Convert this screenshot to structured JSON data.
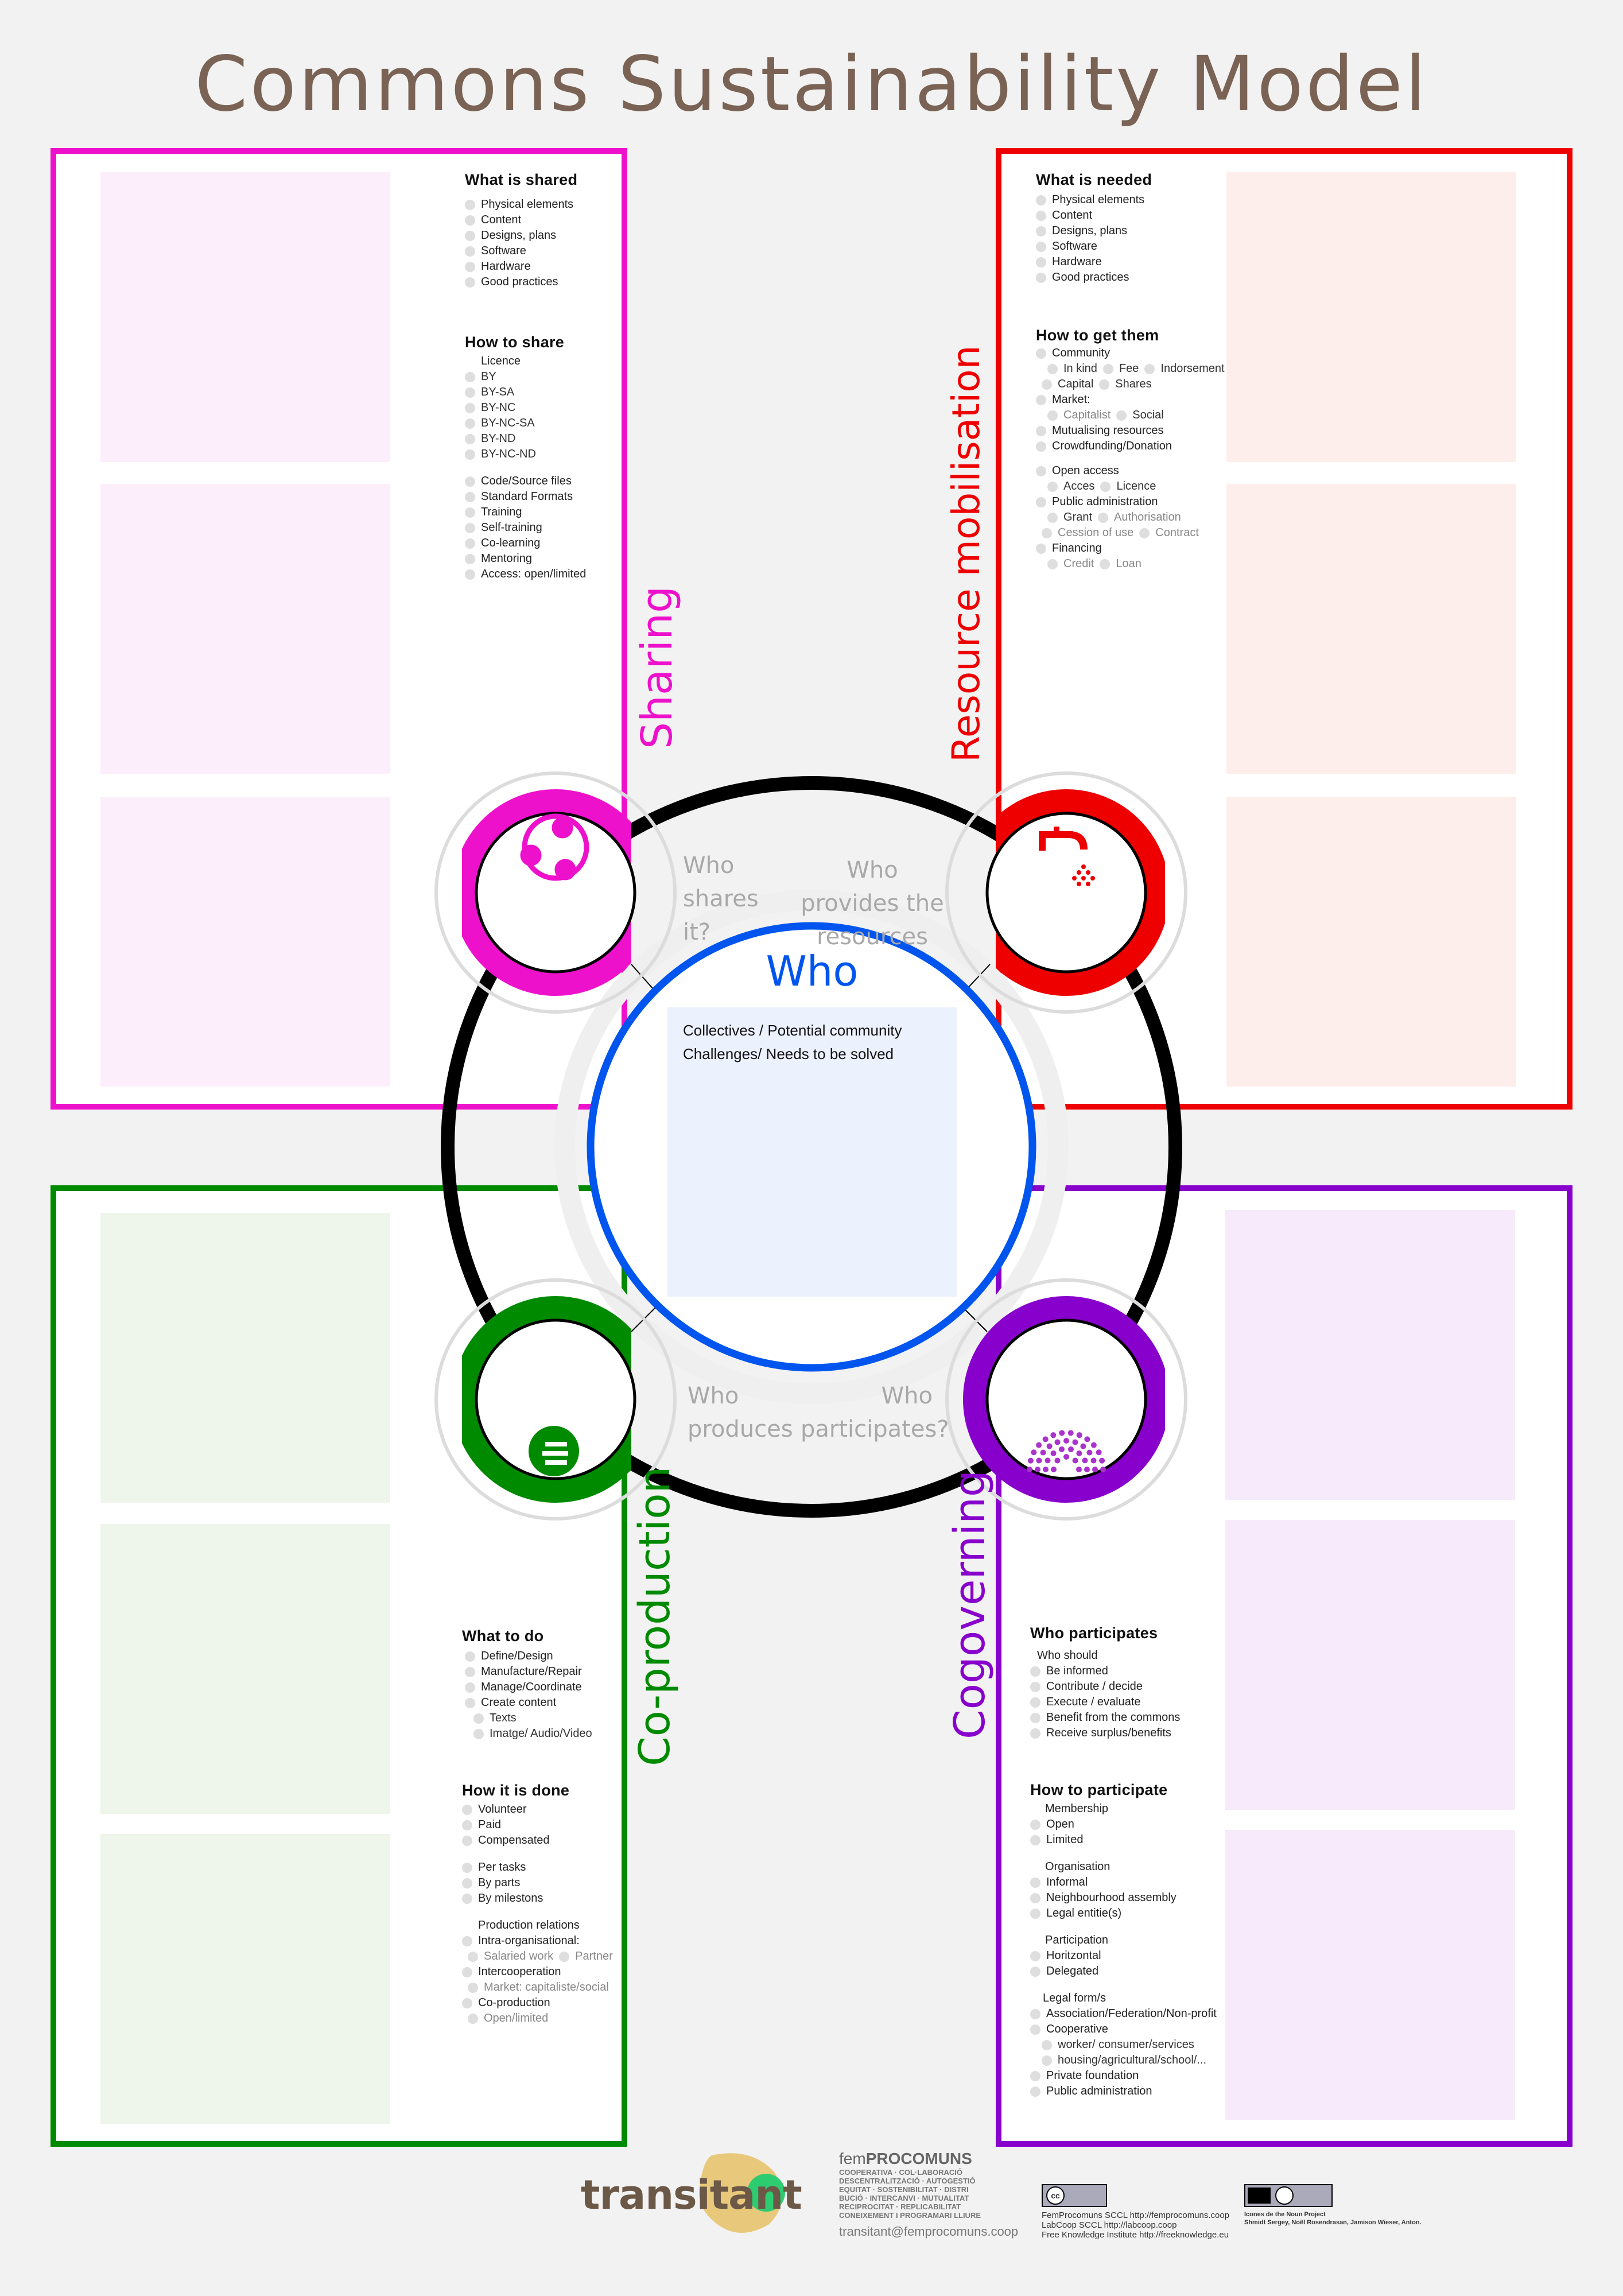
{
  "title": "Commons Sustainability Model",
  "colors": {
    "sharing": "#ee11cc",
    "resource": "#ee0000",
    "coproduction": "#008a00",
    "cogoverning": "#8800cc",
    "who": "#0055ee",
    "title": "#7a6354"
  },
  "sections": {
    "sharing": {
      "label": "Sharing"
    },
    "resource": {
      "label": "Resource mobilisation"
    },
    "coproduction": {
      "label": "Co-production"
    },
    "cogoverning": {
      "label": "Cogoverning"
    }
  },
  "sharing_text": {
    "what_title": "What is shared",
    "what_items": [
      "Physical elements",
      "Content",
      "Designs, plans",
      "Software",
      "Hardware",
      "Good practices"
    ],
    "how_title": "How to share",
    "licence_label": "Licence",
    "licences": [
      "BY",
      "BY-SA",
      "BY-NC",
      "BY-NC-SA",
      "BY-ND",
      "BY-NC-ND"
    ],
    "methods": [
      "Code/Source files",
      "Standard Formats",
      "Training",
      "Self-training",
      "Co-learning",
      "Mentoring",
      "Access: open/limited"
    ]
  },
  "resource_text": {
    "what_title": "What is needed",
    "what_items": [
      "Physical elements",
      "Content",
      "Designs, plans",
      "Software",
      "Hardware",
      "Good practices"
    ],
    "how_title": "How to get them",
    "community": "Community",
    "inkind": "In kind",
    "fee": "Fee",
    "indorsement": "Indorsement",
    "capital": "Capital",
    "shares": "Shares",
    "market": "Market:",
    "capitalist": "Capitalist",
    "social": "Social",
    "mutualising": "Mutualising resources",
    "crowdfunding": "Crowdfunding/Donation",
    "open_access": "Open access",
    "acces": "Acces",
    "licence": "Licence",
    "public_admin": "Public administration",
    "grant": "Grant",
    "authorisation": "Authorisation",
    "cession": "Cession of use",
    "contract": "Contract",
    "financing": "Financing",
    "credit": "Credit",
    "loan": "Loan"
  },
  "coproduction_text": {
    "what_title": "What to do",
    "what_items": [
      "Define/Design",
      "Manufacture/Repair",
      "Manage/Coordinate",
      "Create content"
    ],
    "texts": "Texts",
    "media": "Imatge/ Audio/Video",
    "how_title": "How it is done",
    "how_items": [
      "Volunteer",
      "Paid",
      "Compensated"
    ],
    "per_items": [
      "Per tasks",
      "By parts",
      "By milestons"
    ],
    "relations_label": "Production relations",
    "intra": "Intra-organisational:",
    "salaried": "Salaried work",
    "partner": "Partner",
    "inter": "Intercooperation",
    "market": "Market: capitaliste/social",
    "coprod": "Co-production",
    "openlimited": "Open/limited"
  },
  "cogoverning_text": {
    "who_title": "Who participates",
    "who_should": "Who should",
    "who_items": [
      "Be informed",
      "Contribute / decide",
      "Execute / evaluate",
      "Benefit from the commons",
      "Receive surplus/benefits"
    ],
    "how_title": "How to participate",
    "membership": "Membership",
    "membership_items": [
      "Open",
      "Limited"
    ],
    "organisation": "Organisation",
    "organisation_items": [
      "Informal",
      "Neighbourhood assembly",
      "Legal entitie(s)"
    ],
    "participation": "Participation",
    "participation_items": [
      "Horitzontal",
      "Delegated"
    ],
    "legal": "Legal form/s",
    "assoc": "Association/Federation/Non-profit",
    "coop": "Cooperative",
    "coop_sub1": "worker/ consumer/services",
    "coop_sub2": "housing/agricultural/school/...",
    "foundation": "Private foundation",
    "public": "Public administration"
  },
  "questions": {
    "sharing": "Who shares it?",
    "resource": "Who provides the resources",
    "coproduction": "Who produces",
    "cogoverning": "Who participates?"
  },
  "who": {
    "title": "Who",
    "line1": "Collectives / Potential community",
    "line2": "Challenges/ Needs to be solved"
  },
  "footer": {
    "transitant": "transitant",
    "fem": "fem",
    "procomuns": "PROCOMUNS",
    "fem_lines": [
      "COOPERATIVA · COL·LABORACIÓ",
      "DESCENTRALITZACIÓ · AUTOGESTIÓ",
      "EQUITAT · SOSTENIBILITAT · DISTRI",
      "BUCIÓ · INTERCANVI · MUTUALITAT",
      "RECIPROCITAT · REPLICABILITAT",
      "CONEIXEMENT I PROGRAMARI LLIURE"
    ],
    "email": "transitant@femprocomuns.coop",
    "cc": "cc",
    "cc_lines": [
      "FemProcomuns SCCL http://femprocomuns.coop",
      "LabCoop SCCL http://labcoop.coop",
      "Free Knowledge Institute http://freeknowledge.eu"
    ],
    "icons_lines": [
      "Icones de the Noun Project",
      "Shmidt Sergey, Noël Rosendrasan, Jamison Wieser, Anton."
    ]
  }
}
